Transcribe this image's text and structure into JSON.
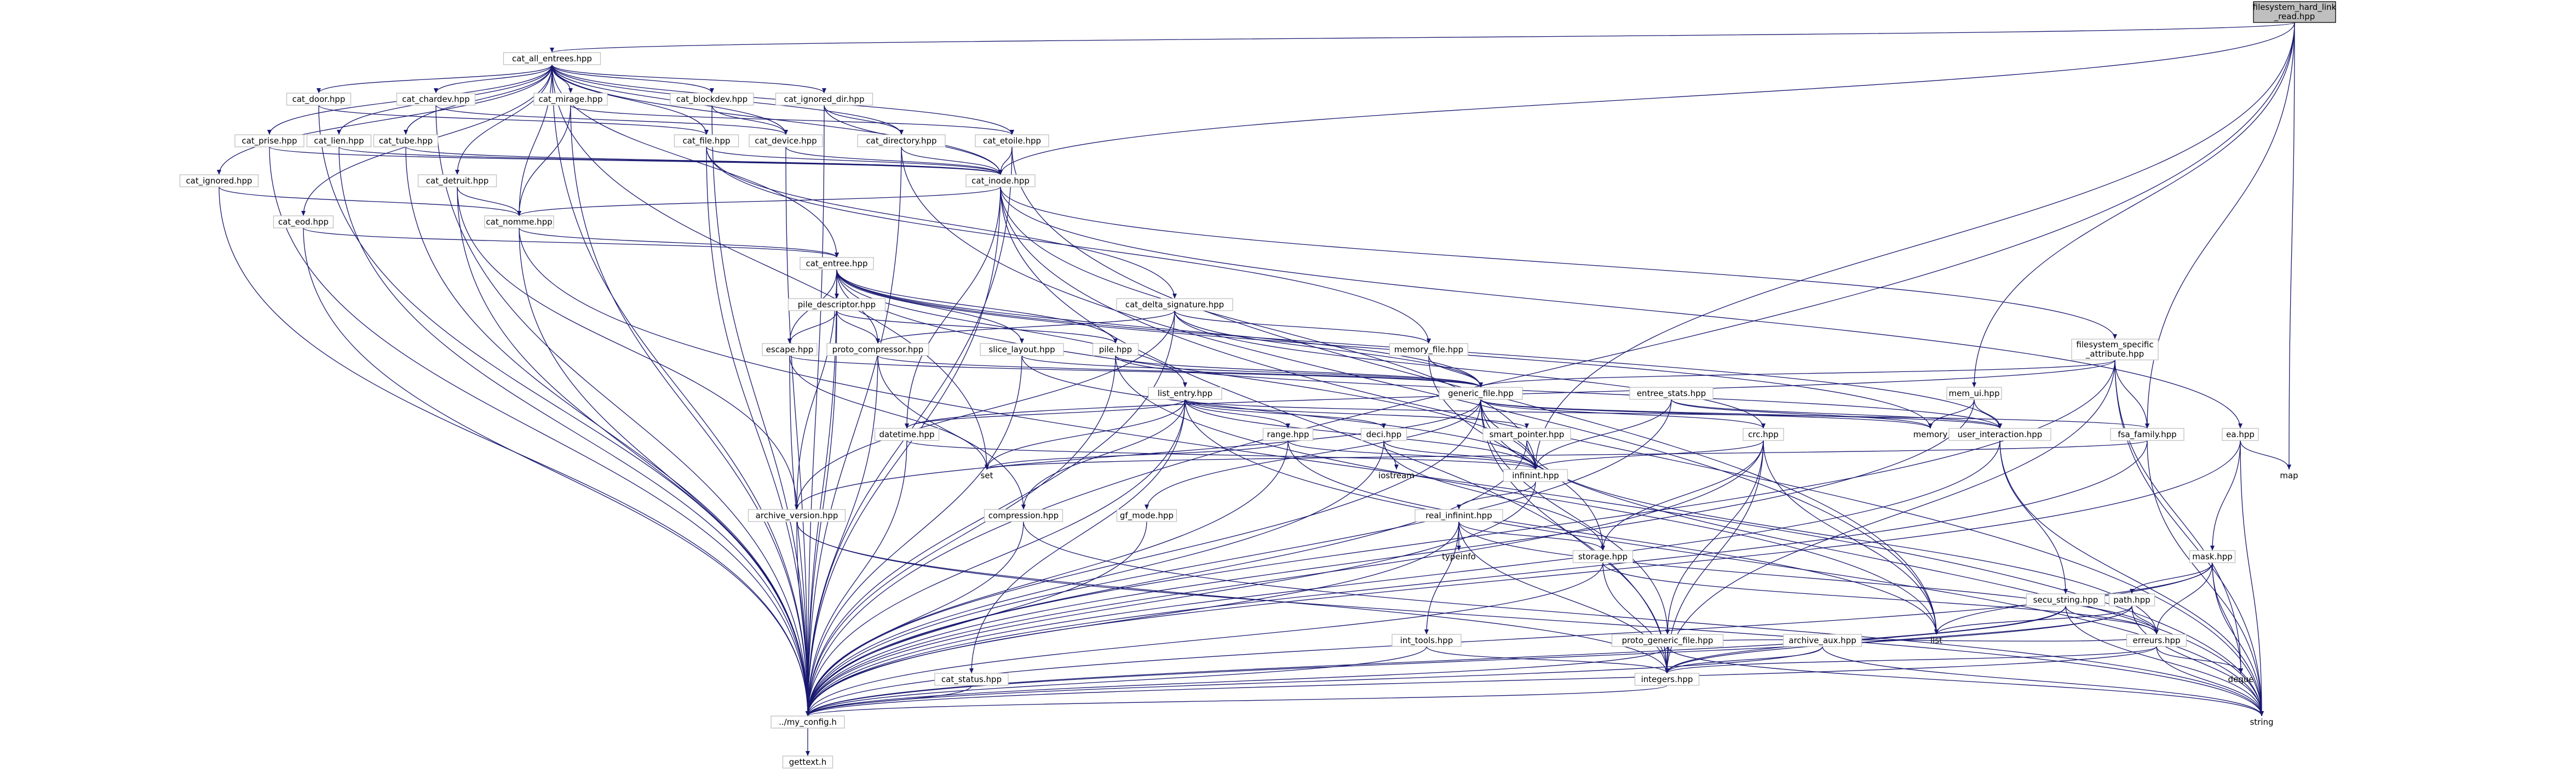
{
  "graph": {
    "kind": "include-dependency-graph",
    "nodes": [
      {
        "id": "root",
        "label": "filesystem_hard_link_read.hpp",
        "role": "root"
      },
      {
        "id": "cat_all_entrees",
        "label": "cat_all_entrees.hpp"
      },
      {
        "id": "cat_door",
        "label": "cat_door.hpp"
      },
      {
        "id": "cat_chardev",
        "label": "cat_chardev.hpp"
      },
      {
        "id": "cat_mirage",
        "label": "cat_mirage.hpp"
      },
      {
        "id": "cat_blockdev",
        "label": "cat_blockdev.hpp"
      },
      {
        "id": "cat_ignored_dir",
        "label": "cat_ignored_dir.hpp"
      },
      {
        "id": "cat_prise",
        "label": "cat_prise.hpp"
      },
      {
        "id": "cat_lien",
        "label": "cat_lien.hpp"
      },
      {
        "id": "cat_tube",
        "label": "cat_tube.hpp"
      },
      {
        "id": "cat_file",
        "label": "cat_file.hpp"
      },
      {
        "id": "cat_device",
        "label": "cat_device.hpp"
      },
      {
        "id": "cat_directory",
        "label": "cat_directory.hpp"
      },
      {
        "id": "cat_etoile",
        "label": "cat_etoile.hpp"
      },
      {
        "id": "cat_ignored",
        "label": "cat_ignored.hpp"
      },
      {
        "id": "cat_detruit",
        "label": "cat_detruit.hpp"
      },
      {
        "id": "cat_inode",
        "label": "cat_inode.hpp"
      },
      {
        "id": "cat_eod",
        "label": "cat_eod.hpp"
      },
      {
        "id": "cat_nomme",
        "label": "cat_nomme.hpp"
      },
      {
        "id": "cat_entree",
        "label": "cat_entree.hpp"
      },
      {
        "id": "pile_descriptor",
        "label": "pile_descriptor.hpp"
      },
      {
        "id": "cat_delta_signature",
        "label": "cat_delta_signature.hpp"
      },
      {
        "id": "escape",
        "label": "escape.hpp"
      },
      {
        "id": "proto_compressor",
        "label": "proto_compressor.hpp"
      },
      {
        "id": "slice_layout",
        "label": "slice_layout.hpp"
      },
      {
        "id": "pile",
        "label": "pile.hpp"
      },
      {
        "id": "memory_file",
        "label": "memory_file.hpp"
      },
      {
        "id": "filesystem_specific_attribute",
        "label": "filesystem_specific_attribute.hpp",
        "label_lines": [
          "filesystem_specific",
          "_attribute.hpp"
        ]
      },
      {
        "id": "generic_file",
        "label": "generic_file.hpp"
      },
      {
        "id": "entree_stats",
        "label": "entree_stats.hpp"
      },
      {
        "id": "mem_ui",
        "label": "mem_ui.hpp"
      },
      {
        "id": "list_entry",
        "label": "list_entry.hpp"
      },
      {
        "id": "datetime",
        "label": "datetime.hpp"
      },
      {
        "id": "range",
        "label": "range.hpp"
      },
      {
        "id": "deci",
        "label": "deci.hpp"
      },
      {
        "id": "smart_pointer",
        "label": "smart_pointer.hpp"
      },
      {
        "id": "crc",
        "label": "crc.hpp"
      },
      {
        "id": "user_interaction",
        "label": "user_interaction.hpp"
      },
      {
        "id": "memory",
        "label": "memory",
        "role": "system"
      },
      {
        "id": "fsa_family",
        "label": "fsa_family.hpp"
      },
      {
        "id": "ea",
        "label": "ea.hpp"
      },
      {
        "id": "set",
        "label": "set",
        "role": "system"
      },
      {
        "id": "iostream",
        "label": "iostream",
        "role": "system"
      },
      {
        "id": "infinint",
        "label": "infinint.hpp"
      },
      {
        "id": "map",
        "label": "map",
        "role": "system"
      },
      {
        "id": "archive_version",
        "label": "archive_version.hpp"
      },
      {
        "id": "compression",
        "label": "compression.hpp"
      },
      {
        "id": "gf_mode",
        "label": "gf_mode.hpp"
      },
      {
        "id": "real_infinint",
        "label": "real_infinint.hpp"
      },
      {
        "id": "typeinfo",
        "label": "typeinfo",
        "role": "system"
      },
      {
        "id": "storage",
        "label": "storage.hpp"
      },
      {
        "id": "mask",
        "label": "mask.hpp"
      },
      {
        "id": "path",
        "label": "path.hpp"
      },
      {
        "id": "secu_string",
        "label": "secu_string.hpp"
      },
      {
        "id": "proto_generic_file",
        "label": "proto_generic_file.hpp"
      },
      {
        "id": "archive_aux",
        "label": "archive_aux.hpp"
      },
      {
        "id": "list",
        "label": "list",
        "role": "system"
      },
      {
        "id": "erreurs",
        "label": "erreurs.hpp"
      },
      {
        "id": "int_tools",
        "label": "int_tools.hpp"
      },
      {
        "id": "cat_status",
        "label": "cat_status.hpp"
      },
      {
        "id": "integers",
        "label": "integers.hpp"
      },
      {
        "id": "deque",
        "label": "deque",
        "role": "system"
      },
      {
        "id": "my_config",
        "label": "../my_config.h"
      },
      {
        "id": "string",
        "label": "string",
        "role": "system"
      },
      {
        "id": "gettext",
        "label": "gettext.h"
      }
    ],
    "edges": [
      [
        "root",
        "cat_all_entrees"
      ],
      [
        "root",
        "cat_inode"
      ],
      [
        "root",
        "infinint"
      ],
      [
        "root",
        "fsa_family"
      ],
      [
        "root",
        "mem_ui"
      ],
      [
        "root",
        "map"
      ],
      [
        "root",
        "my_config"
      ],
      [
        "cat_all_entrees",
        "cat_door"
      ],
      [
        "cat_all_entrees",
        "cat_chardev"
      ],
      [
        "cat_all_entrees",
        "cat_mirage"
      ],
      [
        "cat_all_entrees",
        "cat_blockdev"
      ],
      [
        "cat_all_entrees",
        "cat_ignored_dir"
      ],
      [
        "cat_all_entrees",
        "cat_prise"
      ],
      [
        "cat_all_entrees",
        "cat_lien"
      ],
      [
        "cat_all_entrees",
        "cat_tube"
      ],
      [
        "cat_all_entrees",
        "cat_file"
      ],
      [
        "cat_all_entrees",
        "cat_device"
      ],
      [
        "cat_all_entrees",
        "cat_directory"
      ],
      [
        "cat_all_entrees",
        "cat_etoile"
      ],
      [
        "cat_all_entrees",
        "cat_ignored"
      ],
      [
        "cat_all_entrees",
        "cat_detruit"
      ],
      [
        "cat_all_entrees",
        "cat_eod"
      ],
      [
        "cat_all_entrees",
        "cat_inode"
      ],
      [
        "cat_all_entrees",
        "cat_nomme"
      ],
      [
        "cat_all_entrees",
        "cat_entree"
      ],
      [
        "cat_all_entrees",
        "set"
      ],
      [
        "cat_all_entrees",
        "my_config"
      ],
      [
        "cat_door",
        "cat_file"
      ],
      [
        "cat_door",
        "my_config"
      ],
      [
        "cat_chardev",
        "cat_device"
      ],
      [
        "cat_chardev",
        "my_config"
      ],
      [
        "cat_mirage",
        "cat_nomme"
      ],
      [
        "cat_mirage",
        "cat_etoile"
      ],
      [
        "cat_mirage",
        "my_config"
      ],
      [
        "cat_blockdev",
        "cat_device"
      ],
      [
        "cat_blockdev",
        "my_config"
      ],
      [
        "cat_ignored_dir",
        "cat_inode"
      ],
      [
        "cat_ignored_dir",
        "cat_directory"
      ],
      [
        "cat_ignored_dir",
        "my_config"
      ],
      [
        "cat_prise",
        "cat_inode"
      ],
      [
        "cat_prise",
        "my_config"
      ],
      [
        "cat_lien",
        "cat_inode"
      ],
      [
        "cat_lien",
        "my_config"
      ],
      [
        "cat_tube",
        "cat_inode"
      ],
      [
        "cat_tube",
        "my_config"
      ],
      [
        "cat_file",
        "cat_inode"
      ],
      [
        "cat_file",
        "cat_delta_signature"
      ],
      [
        "cat_file",
        "memory_file"
      ],
      [
        "cat_file",
        "my_config"
      ],
      [
        "cat_device",
        "cat_inode"
      ],
      [
        "cat_device",
        "my_config"
      ],
      [
        "cat_directory",
        "cat_inode"
      ],
      [
        "cat_directory",
        "list"
      ],
      [
        "cat_directory",
        "my_config"
      ],
      [
        "cat_etoile",
        "cat_inode"
      ],
      [
        "cat_etoile",
        "list"
      ],
      [
        "cat_etoile",
        "my_config"
      ],
      [
        "cat_ignored",
        "cat_nomme"
      ],
      [
        "cat_ignored",
        "my_config"
      ],
      [
        "cat_detruit",
        "cat_nomme"
      ],
      [
        "cat_detruit",
        "archive_version"
      ],
      [
        "cat_detruit",
        "my_config"
      ],
      [
        "cat_eod",
        "cat_entree"
      ],
      [
        "cat_eod",
        "my_config"
      ],
      [
        "cat_inode",
        "cat_nomme"
      ],
      [
        "cat_inode",
        "infinint"
      ],
      [
        "cat_inode",
        "ea"
      ],
      [
        "cat_inode",
        "filesystem_specific_attribute"
      ],
      [
        "cat_inode",
        "datetime"
      ],
      [
        "cat_inode",
        "integers"
      ],
      [
        "cat_inode",
        "my_config"
      ],
      [
        "cat_inode",
        "string"
      ],
      [
        "cat_nomme",
        "cat_entree"
      ],
      [
        "cat_nomme",
        "my_config"
      ],
      [
        "cat_nomme",
        "string"
      ],
      [
        "cat_entree",
        "pile_descriptor"
      ],
      [
        "cat_entree",
        "escape"
      ],
      [
        "cat_entree",
        "proto_compressor"
      ],
      [
        "cat_entree",
        "slice_layout"
      ],
      [
        "cat_entree",
        "pile"
      ],
      [
        "cat_entree",
        "generic_file"
      ],
      [
        "cat_entree",
        "list_entry"
      ],
      [
        "cat_entree",
        "infinint"
      ],
      [
        "cat_entree",
        "archive_version"
      ],
      [
        "cat_entree",
        "user_interaction"
      ],
      [
        "cat_entree",
        "memory"
      ],
      [
        "cat_entree",
        "my_config"
      ],
      [
        "pile_descriptor",
        "escape"
      ],
      [
        "pile_descriptor",
        "proto_compressor"
      ],
      [
        "pile_descriptor",
        "pile"
      ],
      [
        "pile_descriptor",
        "my_config"
      ],
      [
        "cat_delta_signature",
        "memory_file"
      ],
      [
        "cat_delta_signature",
        "proto_compressor"
      ],
      [
        "cat_delta_signature",
        "crc"
      ],
      [
        "cat_delta_signature",
        "generic_file"
      ],
      [
        "cat_delta_signature",
        "archive_version"
      ],
      [
        "cat_delta_signature",
        "my_config"
      ],
      [
        "escape",
        "generic_file"
      ],
      [
        "escape",
        "set"
      ],
      [
        "escape",
        "my_config"
      ],
      [
        "proto_compressor",
        "generic_file"
      ],
      [
        "proto_compressor",
        "compression"
      ],
      [
        "proto_compressor",
        "my_config"
      ],
      [
        "slice_layout",
        "infinint"
      ],
      [
        "slice_layout",
        "generic_file"
      ],
      [
        "slice_layout",
        "my_config"
      ],
      [
        "pile",
        "generic_file"
      ],
      [
        "pile",
        "user_interaction"
      ],
      [
        "pile",
        "list"
      ],
      [
        "pile",
        "my_config"
      ],
      [
        "memory_file",
        "generic_file"
      ],
      [
        "memory_file",
        "storage"
      ],
      [
        "filesystem_specific_attribute",
        "generic_file"
      ],
      [
        "filesystem_specific_attribute",
        "fsa_family"
      ],
      [
        "filesystem_specific_attribute",
        "datetime"
      ],
      [
        "filesystem_specific_attribute",
        "deque"
      ],
      [
        "filesystem_specific_attribute",
        "integers"
      ],
      [
        "filesystem_specific_attribute",
        "my_config"
      ],
      [
        "filesystem_specific_attribute",
        "string"
      ],
      [
        "generic_file",
        "proto_generic_file"
      ],
      [
        "generic_file",
        "crc"
      ],
      [
        "generic_file",
        "infinint"
      ],
      [
        "generic_file",
        "user_interaction"
      ],
      [
        "generic_file",
        "integers"
      ],
      [
        "generic_file",
        "memory"
      ],
      [
        "generic_file",
        "archive_version"
      ],
      [
        "generic_file",
        "gf_mode"
      ],
      [
        "generic_file",
        "my_config"
      ],
      [
        "generic_file",
        "string"
      ],
      [
        "entree_stats",
        "infinint"
      ],
      [
        "entree_stats",
        "user_interaction"
      ],
      [
        "entree_stats",
        "memory"
      ],
      [
        "entree_stats",
        "my_config"
      ],
      [
        "mem_ui",
        "user_interaction"
      ],
      [
        "mem_ui",
        "memory"
      ],
      [
        "mem_ui",
        "my_config"
      ],
      [
        "list_entry",
        "datetime"
      ],
      [
        "list_entry",
        "range"
      ],
      [
        "list_entry",
        "deci"
      ],
      [
        "list_entry",
        "infinint"
      ],
      [
        "list_entry",
        "compression"
      ],
      [
        "list_entry",
        "cat_status"
      ],
      [
        "list_entry",
        "fsa_family"
      ],
      [
        "list_entry",
        "smart_pointer"
      ],
      [
        "list_entry",
        "set"
      ],
      [
        "list_entry",
        "my_config"
      ],
      [
        "list_entry",
        "string"
      ],
      [
        "datetime",
        "infinint"
      ],
      [
        "datetime",
        "my_config"
      ],
      [
        "range",
        "infinint"
      ],
      [
        "range",
        "set"
      ],
      [
        "range",
        "list"
      ],
      [
        "range",
        "my_config"
      ],
      [
        "deci",
        "storage"
      ],
      [
        "deci",
        "infinint"
      ],
      [
        "deci",
        "iostream"
      ],
      [
        "deci",
        "my_config"
      ],
      [
        "smart_pointer",
        "erreurs"
      ],
      [
        "smart_pointer",
        "my_config"
      ],
      [
        "crc",
        "storage"
      ],
      [
        "crc",
        "proto_generic_file"
      ],
      [
        "crc",
        "infinint"
      ],
      [
        "crc",
        "integers"
      ],
      [
        "crc",
        "list"
      ],
      [
        "crc",
        "my_config"
      ],
      [
        "user_interaction",
        "secu_string"
      ],
      [
        "user_interaction",
        "string"
      ],
      [
        "user_interaction",
        "my_config"
      ],
      [
        "fsa_family",
        "set"
      ],
      [
        "fsa_family",
        "string"
      ],
      [
        "fsa_family",
        "my_config"
      ],
      [
        "ea",
        "mask"
      ],
      [
        "ea",
        "map"
      ],
      [
        "ea",
        "string"
      ],
      [
        "ea",
        "my_config"
      ],
      [
        "infinint",
        "real_infinint"
      ],
      [
        "infinint",
        "my_config"
      ],
      [
        "archive_version",
        "integers"
      ],
      [
        "archive_version",
        "string"
      ],
      [
        "archive_version",
        "my_config"
      ],
      [
        "compression",
        "string"
      ],
      [
        "compression",
        "my_config"
      ],
      [
        "gf_mode",
        "my_config"
      ],
      [
        "real_infinint",
        "storage"
      ],
      [
        "real_infinint",
        "int_tools"
      ],
      [
        "real_infinint",
        "typeinfo"
      ],
      [
        "real_infinint",
        "integers"
      ],
      [
        "real_infinint",
        "erreurs"
      ],
      [
        "real_infinint",
        "my_config"
      ],
      [
        "storage",
        "integers"
      ],
      [
        "storage",
        "erreurs"
      ],
      [
        "storage",
        "my_config"
      ],
      [
        "mask",
        "path"
      ],
      [
        "mask",
        "erreurs"
      ],
      [
        "mask",
        "list"
      ],
      [
        "mask",
        "deque"
      ],
      [
        "mask",
        "string"
      ],
      [
        "mask",
        "my_config"
      ],
      [
        "path",
        "erreurs"
      ],
      [
        "path",
        "integers"
      ],
      [
        "path",
        "list"
      ],
      [
        "path",
        "string"
      ],
      [
        "path",
        "my_config"
      ],
      [
        "secu_string",
        "integers"
      ],
      [
        "secu_string",
        "erreurs"
      ],
      [
        "secu_string",
        "string"
      ],
      [
        "secu_string",
        "my_config"
      ],
      [
        "proto_generic_file",
        "integers"
      ],
      [
        "proto_generic_file",
        "erreurs"
      ],
      [
        "proto_generic_file",
        "string"
      ],
      [
        "proto_generic_file",
        "my_config"
      ],
      [
        "archive_aux",
        "integers"
      ],
      [
        "archive_aux",
        "string"
      ],
      [
        "archive_aux",
        "my_config"
      ],
      [
        "erreurs",
        "integers"
      ],
      [
        "erreurs",
        "deque"
      ],
      [
        "erreurs",
        "string"
      ],
      [
        "erreurs",
        "my_config"
      ],
      [
        "int_tools",
        "integers"
      ],
      [
        "int_tools",
        "my_config"
      ],
      [
        "cat_status",
        "my_config"
      ],
      [
        "integers",
        "my_config"
      ],
      [
        "my_config",
        "gettext"
      ]
    ]
  }
}
